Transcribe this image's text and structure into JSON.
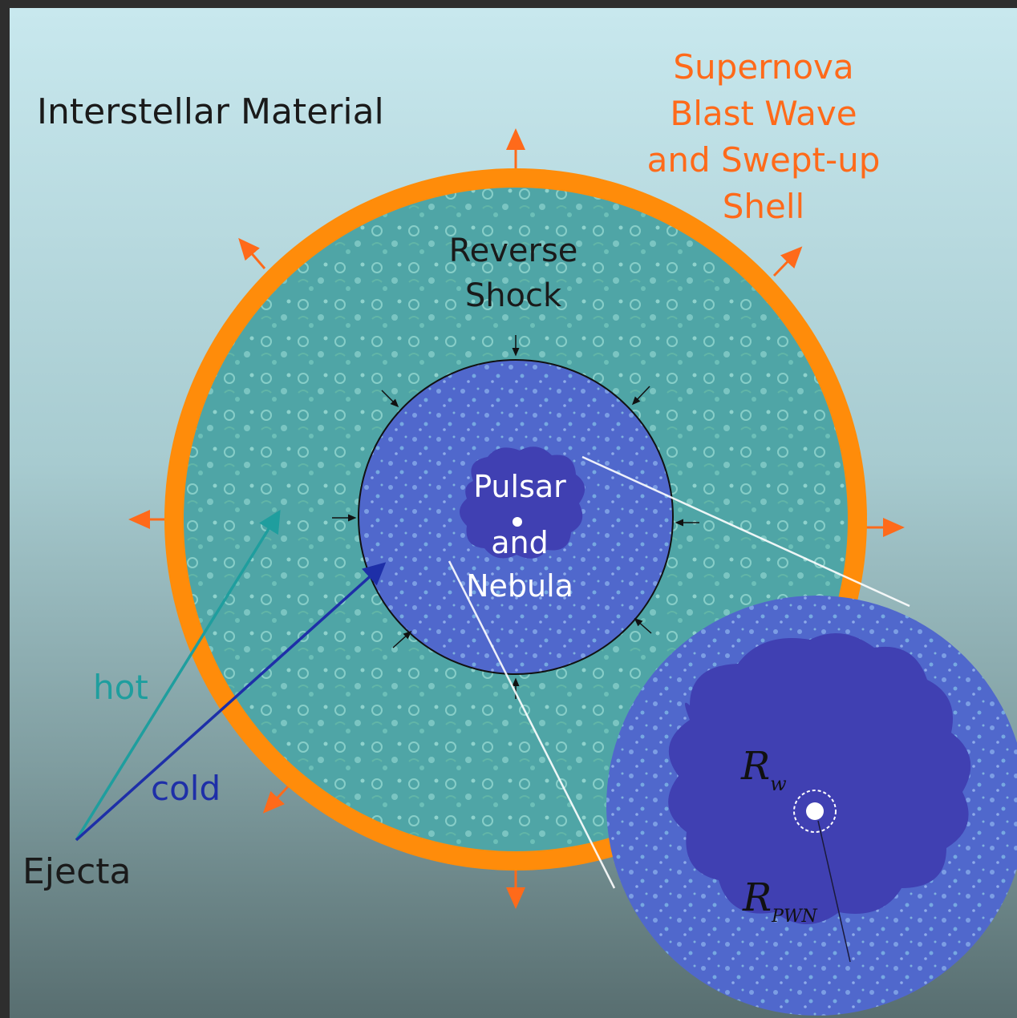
{
  "labels": {
    "interstellar": "Interstellar Material",
    "blast_wave_lines": [
      "Supernova",
      "Blast Wave",
      "and Swept-up",
      "Shell"
    ],
    "reverse_shock_lines": [
      "Reverse",
      "Shock"
    ],
    "pulsar_lines": [
      "Pulsar",
      "and",
      "Nebula"
    ],
    "hot": "hot",
    "cold": "cold",
    "ejecta": "Ejecta",
    "rw_main": "R",
    "rw_sub": "w",
    "rpwn_main": "R",
    "rpwn_sub": "PWN"
  },
  "colors": {
    "frame": "#2e2e2e",
    "bg_top": "#c6e6ec",
    "bg_mid": "#93b8bd",
    "bg_bottom": "#5e7678",
    "shell": "#ff8c0a",
    "ejecta_fill": "#4fa5a6",
    "inner_fill": "#5066cc",
    "nebula": "#4040b2",
    "label_orange": "#ff6a1a",
    "hot_arrow": "#1f9e9e",
    "cold_arrow": "#1e2fa8",
    "text_dark": "#1a1a1a",
    "text_white": "#ffffff"
  }
}
